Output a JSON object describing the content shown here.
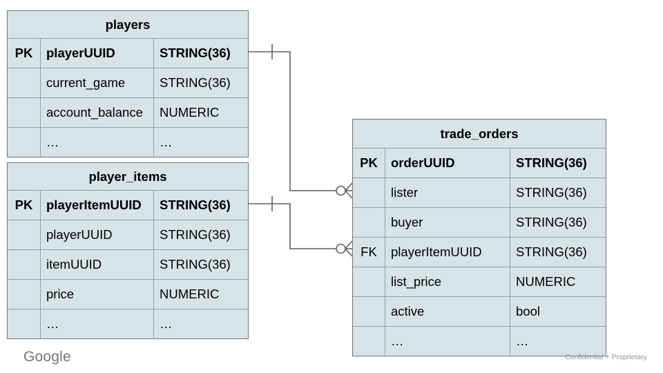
{
  "slide": {
    "background": "#ffffff"
  },
  "colors": {
    "table_fill": "#d6e3e7",
    "table_outer_border": "#6e7577",
    "table_grid_line": "#93a0a3",
    "connector_line": "#5a5f60",
    "text": "#000000",
    "footer_text": "#757575"
  },
  "footer": {
    "brand": "Google",
    "confidentiality": "Confidential + Proprietary"
  },
  "diagram": {
    "tables": [
      {
        "title": "players",
        "rows": [
          {
            "key": "PK",
            "name": "playerUUID",
            "type": "STRING(36)",
            "emphasis": true
          },
          {
            "key": "",
            "name": "current_game",
            "type": "STRING(36)",
            "emphasis": false
          },
          {
            "key": "",
            "name": "account_balance",
            "type": "NUMERIC",
            "emphasis": false
          },
          {
            "key": "",
            "name": "…",
            "type": "…",
            "emphasis": false
          }
        ]
      },
      {
        "title": "player_items",
        "rows": [
          {
            "key": "PK",
            "name": "playerItemUUID",
            "type": "STRING(36)",
            "emphasis": true
          },
          {
            "key": "",
            "name": "playerUUID",
            "type": "STRING(36)",
            "emphasis": false
          },
          {
            "key": "",
            "name": "itemUUID",
            "type": "STRING(36)",
            "emphasis": false
          },
          {
            "key": "",
            "name": "price",
            "type": "NUMERIC",
            "emphasis": false
          },
          {
            "key": "",
            "name": "…",
            "type": "…",
            "emphasis": false
          }
        ]
      },
      {
        "title": "trade_orders",
        "rows": [
          {
            "key": "PK",
            "name": "orderUUID",
            "type": "STRING(36)",
            "emphasis": true
          },
          {
            "key": "",
            "name": "lister",
            "type": "STRING(36)",
            "emphasis": false
          },
          {
            "key": "",
            "name": "buyer",
            "type": "STRING(36)",
            "emphasis": false
          },
          {
            "key": "FK",
            "name": "playerItemUUID",
            "type": "STRING(36)",
            "emphasis": false
          },
          {
            "key": "",
            "name": "list_price",
            "type": "NUMERIC",
            "emphasis": false
          },
          {
            "key": "",
            "name": "active",
            "type": "bool",
            "emphasis": false
          },
          {
            "key": "",
            "name": "…",
            "type": "…",
            "emphasis": false
          }
        ]
      }
    ],
    "relationships": [
      {
        "from_table": "players",
        "from_field": "playerUUID",
        "to_table": "trade_orders",
        "to_field": "lister",
        "from_cardinality": "one",
        "to_cardinality": "zero-or-many"
      },
      {
        "from_table": "player_items",
        "from_field": "playerItemUUID",
        "to_table": "trade_orders",
        "to_field": "playerItemUUID",
        "from_cardinality": "one",
        "to_cardinality": "zero-or-many"
      }
    ]
  }
}
